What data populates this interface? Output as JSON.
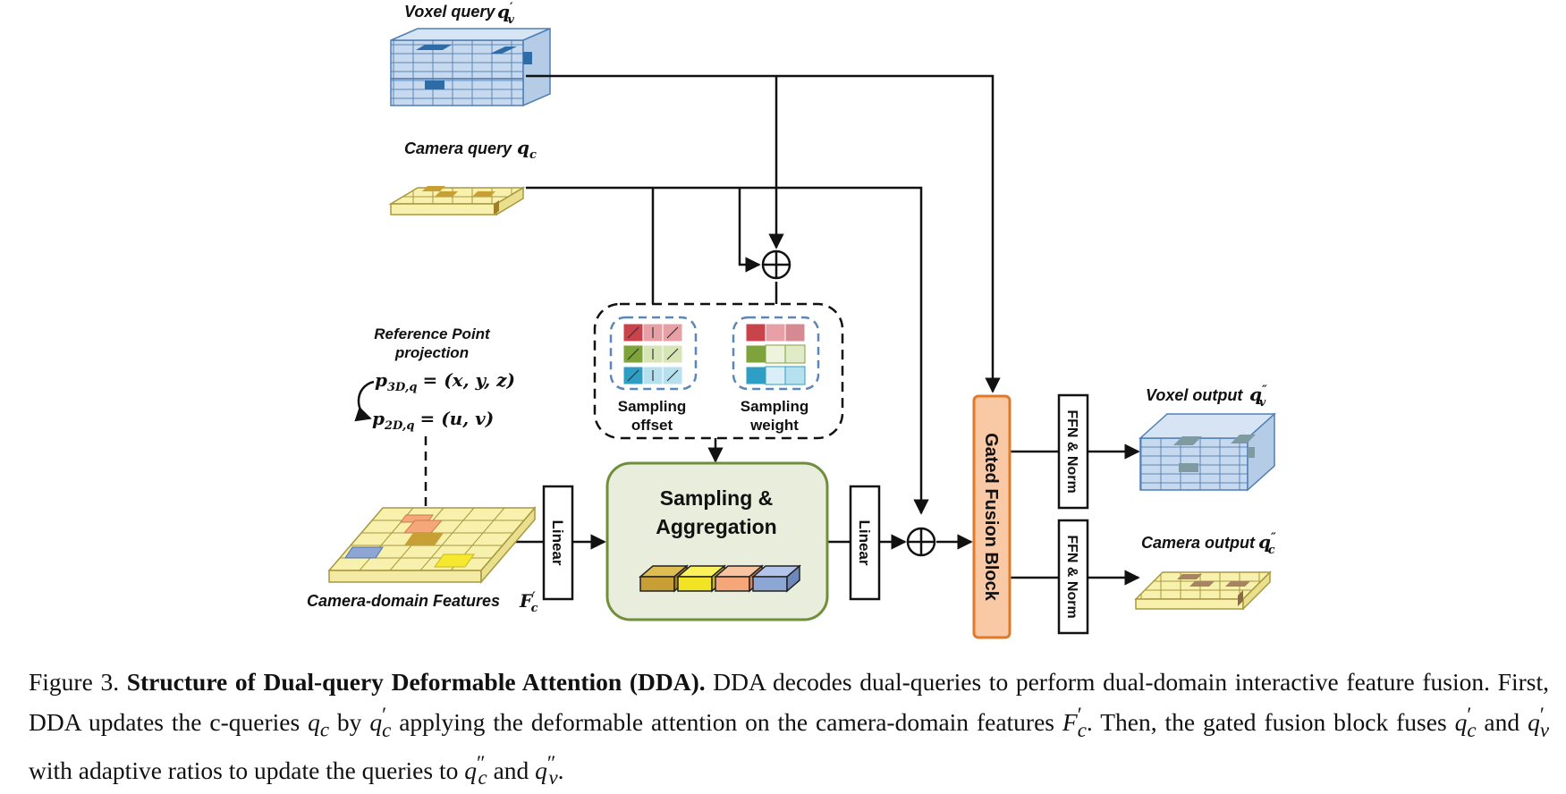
{
  "diagram": {
    "voxel_query_label": "Voxel query",
    "voxel_query_sym": "q",
    "voxel_query_sub": "v",
    "voxel_query_prime": "′",
    "camera_query_label": "Camera query",
    "camera_query_sym": "q",
    "camera_query_sub": "c",
    "ref_title_line1": "Reference Point",
    "ref_title_line2": "projection",
    "ref_p3d": "p",
    "ref_p3d_sub": "3D,q",
    "ref_p3d_eq": "= (x, y, z)",
    "ref_p2d": "p",
    "ref_p2d_sub": "2D,q",
    "ref_p2d_eq": "= (u, v)",
    "sampling_offset_line1": "Sampling",
    "sampling_offset_line2": "offset",
    "sampling_weight_line1": "Sampling",
    "sampling_weight_line2": "weight",
    "aggregation_line1": "Sampling &",
    "aggregation_line2": "Aggregation",
    "linear_label": "Linear",
    "gated_fusion_label": "Gated Fusion Block",
    "ffn_label": "FFN & Norm",
    "voxel_output_label": "Voxel output",
    "voxel_output_sym": "q",
    "voxel_output_sub": "v",
    "voxel_output_prime": "″",
    "camera_output_label": "Camera output",
    "camera_output_sym": "q",
    "camera_output_sub": "c",
    "camera_output_prime": "″",
    "features_label": "Camera-domain Features",
    "features_sym": "F",
    "features_sub": "c",
    "features_prime": "′",
    "plus_symbol": "⊕"
  },
  "colors": {
    "voxel_fill": "#c7d9ef",
    "voxel_dark": "#2e6ca8",
    "camera_fill": "#f7f1ad",
    "camera_dark": "#c89f35",
    "output_voxel_dark": "#7f9aa0",
    "output_camera_dark": "#a68460",
    "gated_block": "#f9c8a4",
    "gated_border": "#e07a2a",
    "aggregation_fill": "#e8eedb",
    "aggregation_border": "#6f8f3a",
    "weight_blue": "#5b87b8"
  },
  "caption": {
    "figure_number": "Figure 3.",
    "title": "Structure of Dual-query Deformable Attention (DDA).",
    "text_1": " DDA decodes dual-queries to perform dual-domain interactive feature fusion.  First, DDA updates the c-queries ",
    "q_c": "q",
    "q_c_sub": "c",
    "text_2": " by ",
    "q_c_prime": "q",
    "q_c_prime_sub": "c",
    "text_3": " applying the deformable attention on the camera-domain features ",
    "F_c": "F",
    "F_c_sub": "c",
    "text_4": ".  Then, the gated fusion block fuses ",
    "q_c2": "q",
    "q_c2_sub": "c",
    "text_5": " and ",
    "q_v": "q",
    "q_v_sub": "v",
    "text_6": " with adaptive ratios to update the queries to ",
    "q_c3": "q",
    "q_c3_sub": "c",
    "text_7": " and ",
    "q_v2": "q",
    "q_v2_sub": "v",
    "text_8": "."
  }
}
